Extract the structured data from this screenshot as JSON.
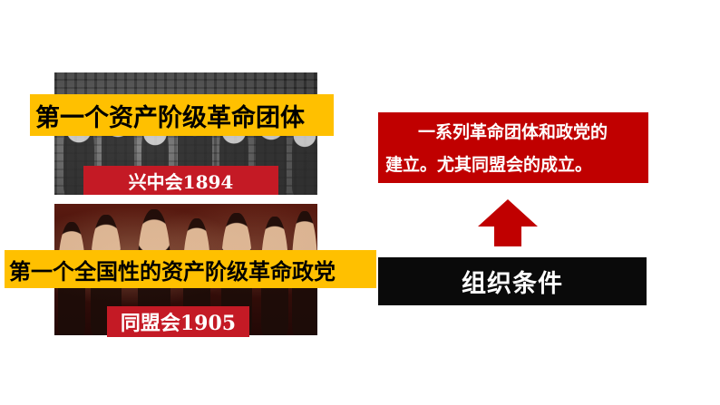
{
  "left_panel": {
    "top_item": {
      "title": "第一个资产阶级革命团体",
      "label": "兴中会1894"
    },
    "bottom_item": {
      "title": "第一个全国性的资产阶级革命政党",
      "label": "同盟会1905"
    }
  },
  "right_panel": {
    "description_line1": "一系列革命团体和政党的",
    "description_line2": "建立。尤其同盟会的成立。",
    "arrow_icon": "up-arrow-icon",
    "condition": "组织条件"
  },
  "colors": {
    "banner_yellow": "#ffc000",
    "label_red": "#c41a25",
    "description_red": "#c00000",
    "arrow_red": "#c00000",
    "condition_black": "#0a0a0a"
  }
}
